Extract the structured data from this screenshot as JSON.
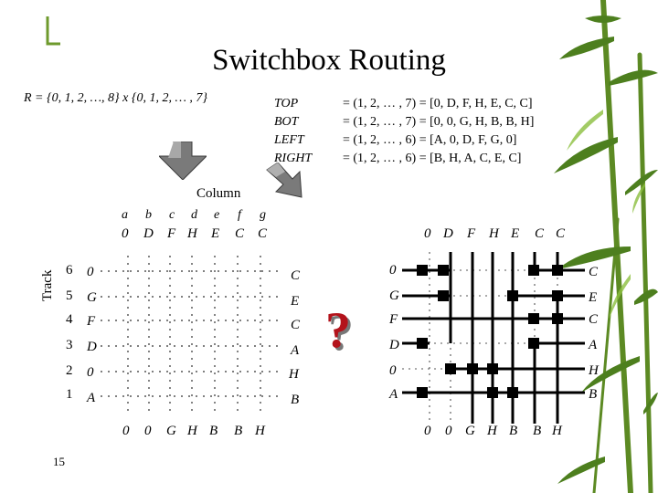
{
  "slide": {
    "title": "Switchbox Routing",
    "region_def": "R = {0, 1, 2, …, 8} x {0, 1, 2, … , 7}",
    "side_names": [
      "TOP",
      "BOT",
      "LEFT",
      "RIGHT"
    ],
    "side_values": [
      "= (1, 2, … , 7) = [0, D, F, H, E, C, C]",
      "= (1, 2, … , 7) = [0, 0, G, H, B, B, H]",
      "= (1, 2, … , 6) = [A, 0, D, F, G, 0]",
      "= (1, 2, … , 6) = [B, H, A, C, E, C]"
    ],
    "column_label": "Column",
    "track_label": "Track",
    "column_letters": [
      "a",
      "b",
      "c",
      "d",
      "e",
      "f",
      "g"
    ],
    "top_pins": [
      "0",
      "D",
      "F",
      "H",
      "E",
      "C",
      "C"
    ],
    "bottom_pins": [
      "0",
      "0",
      "G",
      "H",
      "B",
      "B",
      "H"
    ],
    "track_numbers": [
      "6",
      "5",
      "4",
      "3",
      "2",
      "1"
    ],
    "left_pins": [
      "0",
      "G",
      "F",
      "D",
      "0",
      "A"
    ],
    "right_pins": [
      "C",
      "E",
      "C",
      "A",
      "H",
      "B"
    ],
    "question_mark": "?",
    "page_number": "15"
  },
  "theme": {
    "accent_green": "#6e9a2c",
    "arrow_gray": "#6f6f6f",
    "question_red": "#b3131b"
  }
}
